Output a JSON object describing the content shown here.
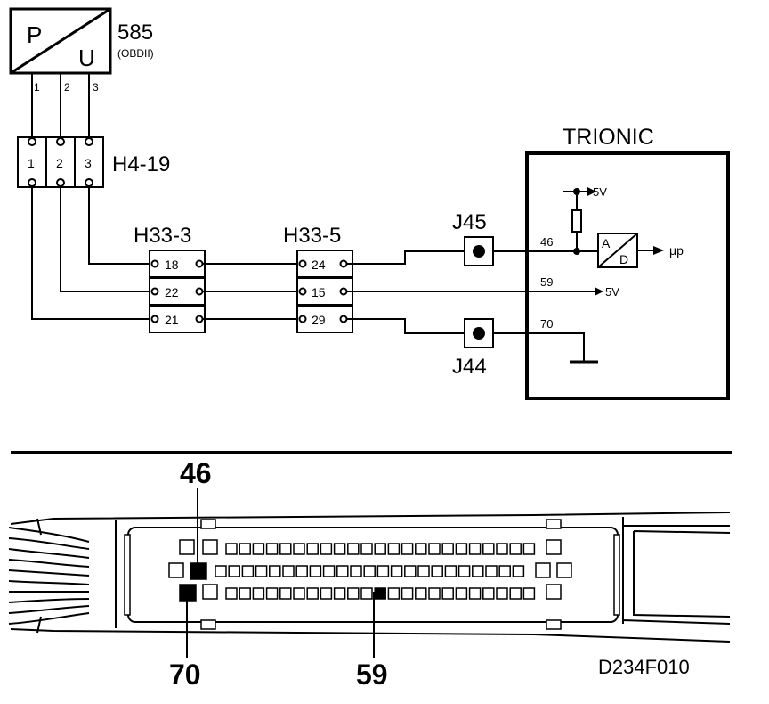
{
  "sensor": {
    "top_letter": "P",
    "bottom_letter": "U",
    "id": "585",
    "sub": "(OBDII)",
    "pins": [
      "1",
      "2",
      "3"
    ]
  },
  "connector_h4": {
    "name": "H4-19",
    "pins": [
      "1",
      "2",
      "3"
    ]
  },
  "connector_h33_3": {
    "name": "H33-3",
    "pins": [
      "18",
      "22",
      "21"
    ]
  },
  "connector_h33_5": {
    "name": "H33-5",
    "pins": [
      "24",
      "15",
      "29"
    ]
  },
  "junctions": {
    "j45": "J45",
    "j44": "J44"
  },
  "ecu": {
    "title": "TRIONIC",
    "supply": "5V",
    "pin46": "46",
    "pin59": "59",
    "pin70": "70",
    "out_59": "5V",
    "adc_a": "A",
    "adc_d": "D",
    "micro": "μp"
  },
  "ecu_connector": {
    "callout_top": "46",
    "callout_bottom_left": "70",
    "callout_bottom_mid": "59"
  },
  "figure_id": "D234F010"
}
